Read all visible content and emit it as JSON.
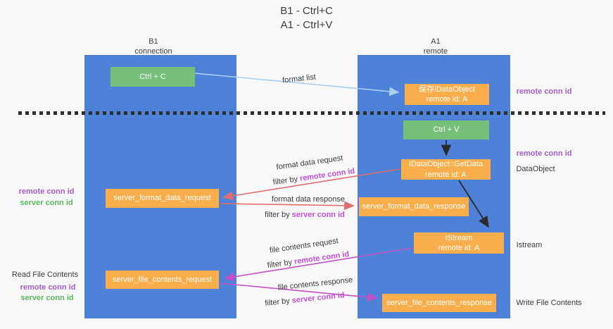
{
  "title": {
    "line1": "B1 - Ctrl+C",
    "line2": "A1 - Ctrl+V"
  },
  "columns": {
    "left": {
      "header_line1": "B1",
      "header_line2": "connection"
    },
    "right": {
      "header_line1": "A1",
      "header_line2": "remote"
    }
  },
  "boxes": {
    "ctrl_c": {
      "label": "Ctrl + C"
    },
    "save_idataobject": {
      "line1": "保存IDataObject",
      "line2": "remote id: A"
    },
    "ctrl_v": {
      "label": "Ctrl + V"
    },
    "getdata": {
      "line1": "IDataObject::GetData",
      "line2": "remote id: A"
    },
    "format_request": {
      "label": "server_format_data_request"
    },
    "format_response": {
      "label": "server_format_data_response"
    },
    "istream": {
      "line1": "IStream",
      "line2": "remote id: A"
    },
    "file_request": {
      "label": "server_file_contents_request"
    },
    "file_response": {
      "label": "server_file_contents_response"
    }
  },
  "flow_labels": {
    "format_list": "format list",
    "format_data_request": "format data request",
    "format_data_response": "format data response",
    "file_contents_request": "file contents request",
    "file_contents_response": "file contents response",
    "filter_by": "filter by ",
    "remote_conn_id": "remote conn id",
    "server_conn_id": "server conn id"
  },
  "side_labels": {
    "left": {
      "remote_conn_id_1": "remote conn id",
      "server_conn_id_1": "server conn id",
      "read_file_contents": "Read File Contents",
      "remote_conn_id_2": "remote conn id",
      "server_conn_id_2": "server conn id"
    },
    "right": {
      "remote_conn_id_1": "remote conn id",
      "remote_conn_id_2": "remote conn id",
      "dataobject": "DataObject",
      "istream": "Istream",
      "write_file_contents": "Write File Contents"
    }
  },
  "colors": {
    "background": "#f8f8f8",
    "column_blue": "#4d82d8",
    "box_orange": "#f9ae4b",
    "box_green": "#77c07a",
    "arrow_light_blue": "#a9d0f0",
    "arrow_red": "#e06c6c",
    "arrow_magenta": "#c450c8",
    "arrow_black": "#2a2a2a",
    "label_purple": "#a55cc8",
    "label_green": "#5cb85c",
    "label_magenta": "#c44fd6",
    "text_dark": "#3a3a3a"
  }
}
